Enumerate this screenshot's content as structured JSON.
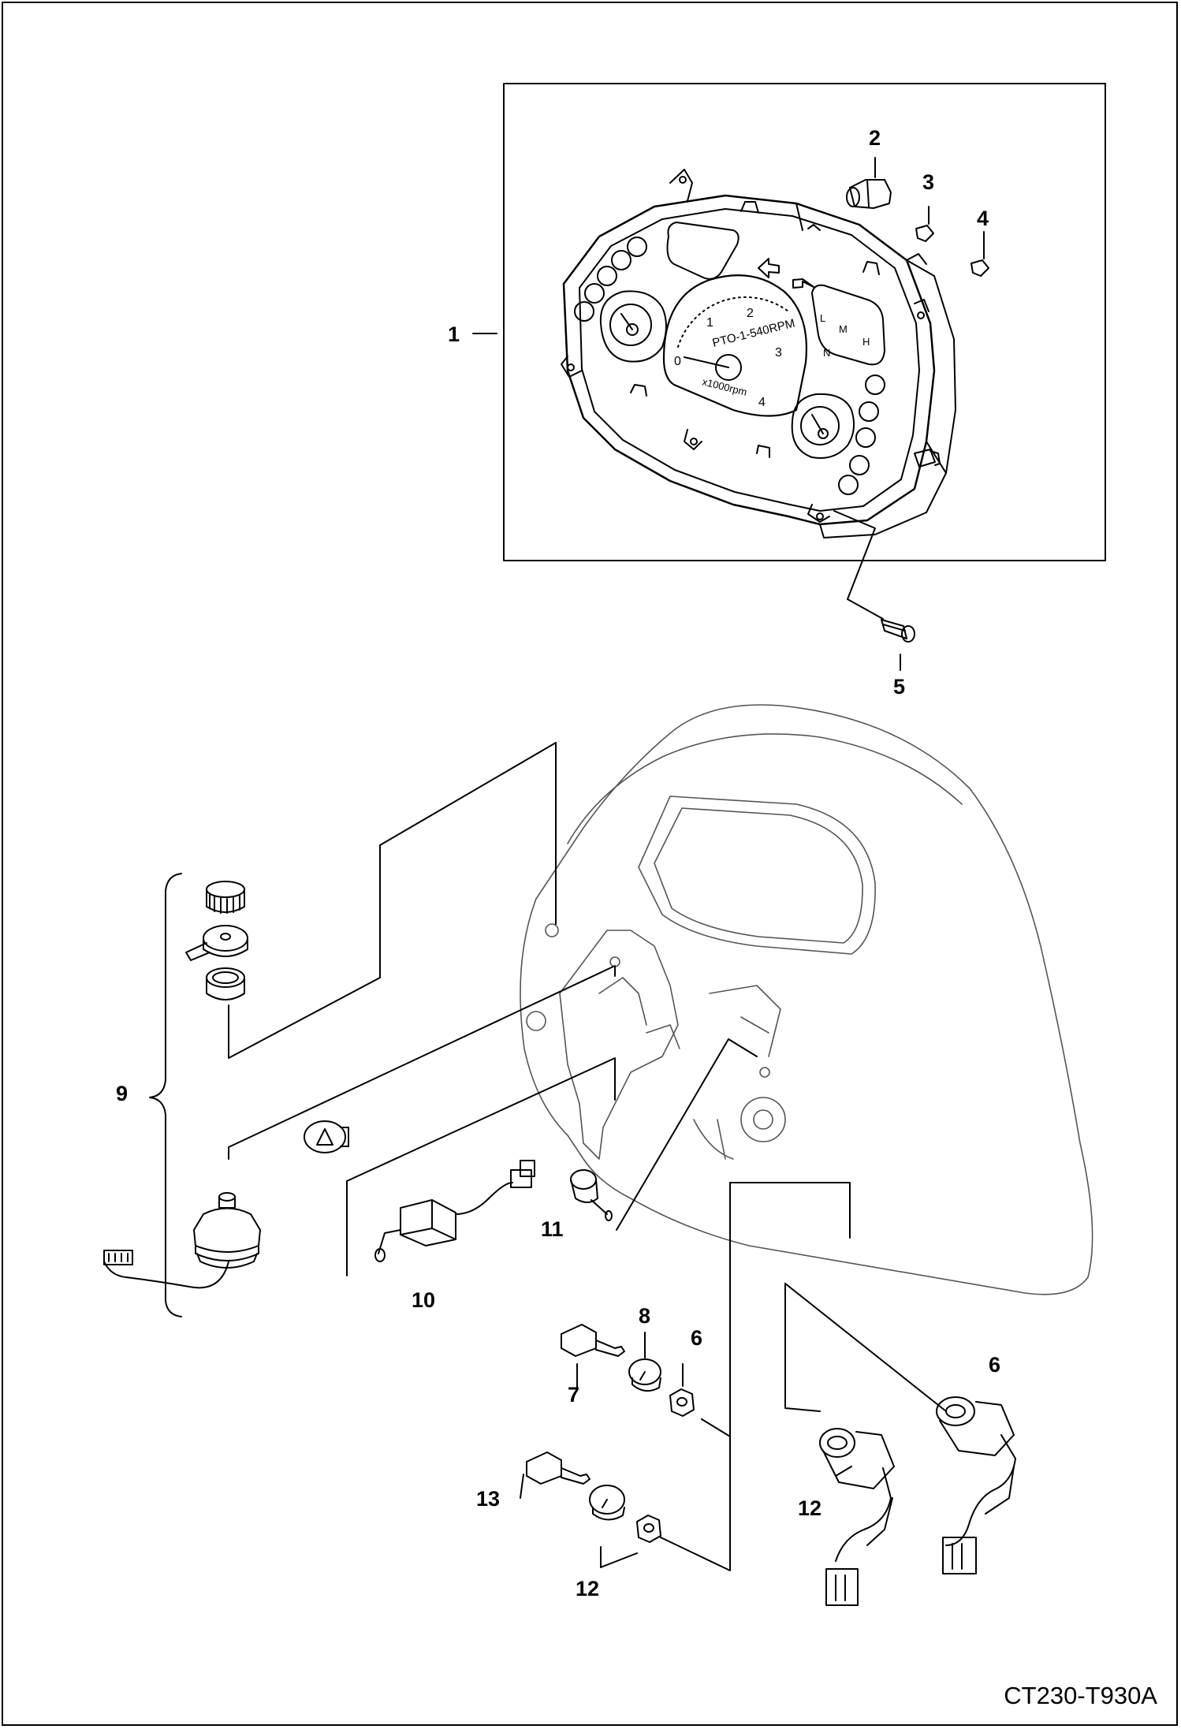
{
  "figure_id": "CT230-T930A",
  "callouts": {
    "c1": "1",
    "c2": "2",
    "c3": "3",
    "c4": "4",
    "c5": "5",
    "c6a": "6",
    "c6b": "6",
    "c7": "7",
    "c8": "8",
    "c9": "9",
    "c10": "10",
    "c11": "11",
    "c12a": "12",
    "c12b": "12",
    "c13": "13"
  },
  "cluster": {
    "tach_numbers": [
      "1",
      "2",
      "3",
      "4"
    ],
    "tach_zero": "0",
    "tach_label": "PTO-1-540RPM",
    "tach_unit": "x1000rpm",
    "range_labels": [
      "L",
      "M",
      "H",
      "N"
    ]
  },
  "colors": {
    "line": "#000000",
    "fill": "#ffffff",
    "detail": "#555555"
  }
}
